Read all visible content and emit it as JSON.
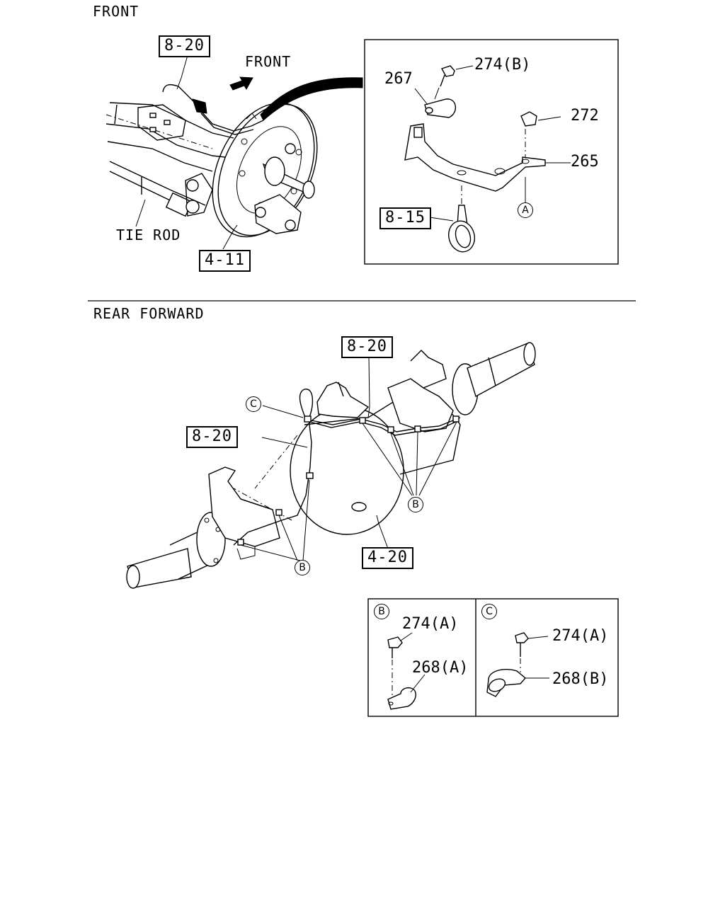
{
  "front_section": {
    "heading": "FRONT",
    "direction_label": "FRONT",
    "tie_rod_label": "TIE ROD",
    "ref_8_20": "8-20",
    "ref_4_11": "4-11",
    "detail": {
      "part_274b": "274(B)",
      "part_267": "267",
      "part_272": "272",
      "part_265": "265",
      "ref_8_15": "8-15",
      "marker_a": "A"
    }
  },
  "rear_section": {
    "heading": "REAR FORWARD",
    "ref_8_20_top": "8-20",
    "ref_8_20_left": "8-20",
    "ref_4_20": "4-20",
    "marker_c": "C",
    "marker_b_right": "B",
    "marker_b_left": "B"
  },
  "detail_b": {
    "marker": "B",
    "part_274a": "274(A)",
    "part_268a": "268(A)"
  },
  "detail_c": {
    "marker": "C",
    "part_274a": "274(A)",
    "part_268b": "268(B)"
  }
}
